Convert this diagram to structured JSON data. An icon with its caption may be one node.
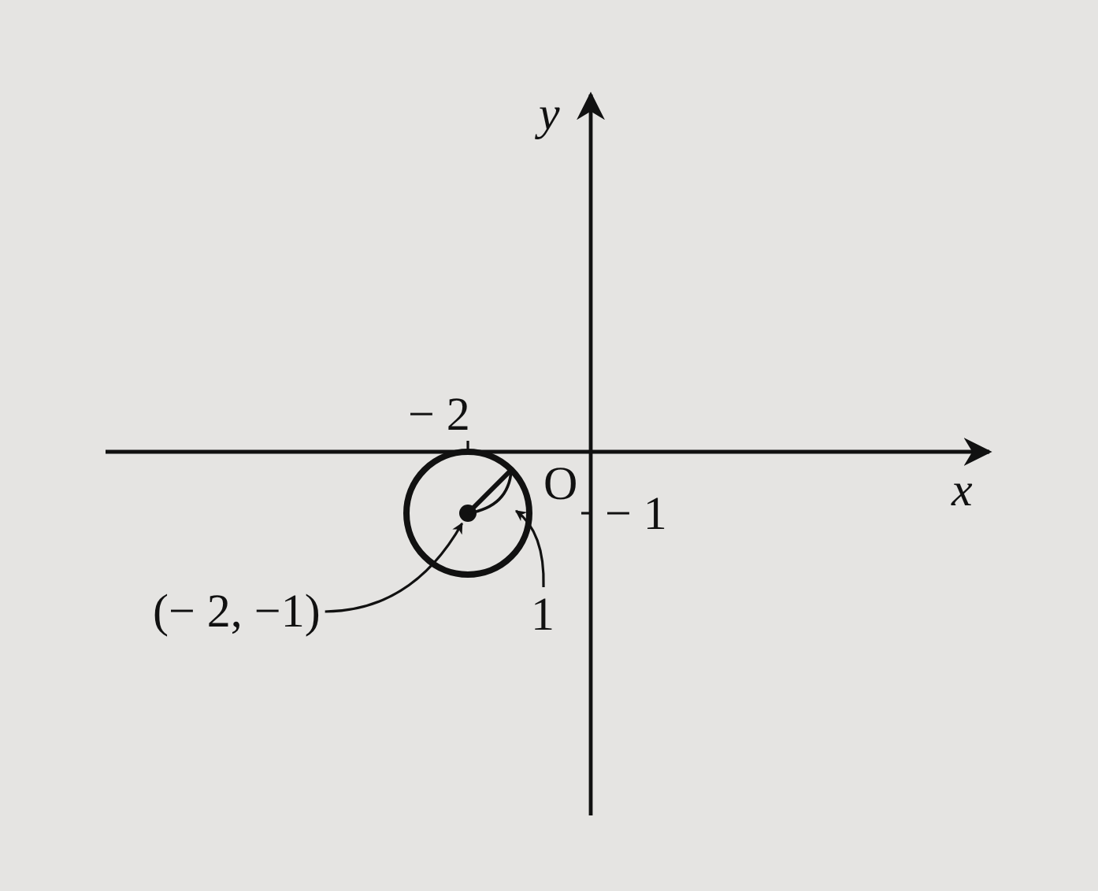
{
  "diagram": {
    "nodes": [
      {
        "text": [
          "(− 2, −1)"
        ]
      },
      {
        "text": [],
        "shape": "circle"
      },
      {
        "text": [
          "1"
        ]
      },
      {
        "text": [],
        "shape": "arc"
      }
    ],
    "edges": [
      {
        "from": 0,
        "to": 1,
        "arrow": "to"
      },
      {
        "from": 2,
        "to": 3,
        "arrow": "to"
      }
    ],
    "labels": [
      "y",
      "− 2",
      "O",
      "x",
      "− 1"
    ]
  }
}
